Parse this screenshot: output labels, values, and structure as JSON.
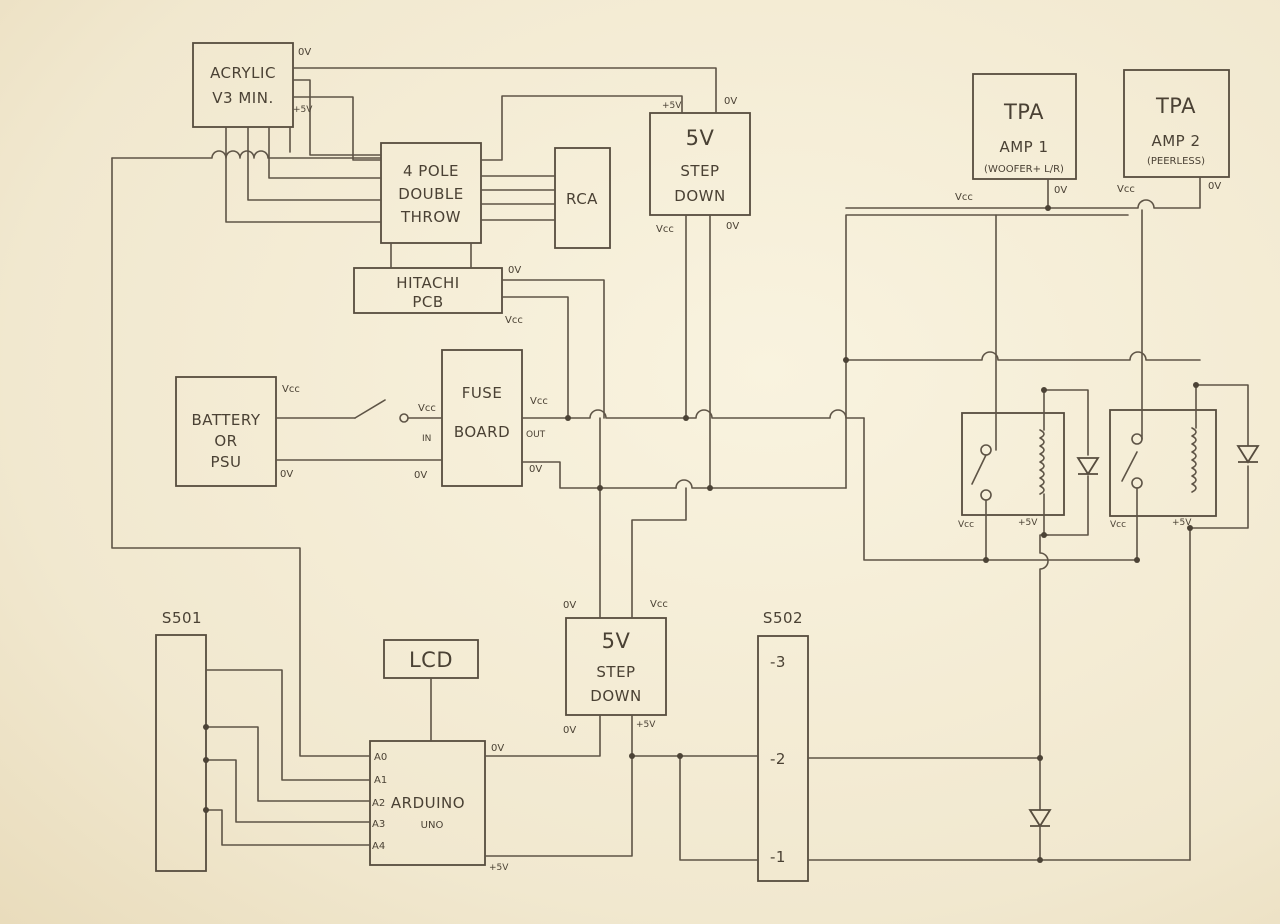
{
  "blocks": {
    "acrylic": {
      "line1": "ACRYLIC",
      "line2": "V3 MIN."
    },
    "pole4": {
      "line1": "4 POLE",
      "line2": "DOUBLE",
      "line3": "THROW"
    },
    "rca": "RCA",
    "stepdown_top": {
      "line1": "5V",
      "line2": "STEP",
      "line3": "DOWN"
    },
    "hitachi": {
      "line1": "HITACHI",
      "line2": "PCB"
    },
    "battery": {
      "line1": "BATTERY",
      "line2": "OR",
      "line3": "PSU"
    },
    "fuse": {
      "line1": "FUSE",
      "line2": "BOARD",
      "in": "IN",
      "out": "OUT"
    },
    "tpa1": {
      "line1": "TPA",
      "line2": "AMP 1",
      "line3": "(WOOFER+ L/R)"
    },
    "tpa2": {
      "line1": "TPA",
      "line2": "AMP 2",
      "line3": "(PEERLESS)"
    },
    "lcd": "LCD",
    "stepdown_bottom": {
      "line1": "5V",
      "line2": "STEP",
      "line3": "DOWN"
    },
    "arduino": {
      "line1": "ARDUINO",
      "line2": "UNO",
      "pins": [
        "A0",
        "A1",
        "A2",
        "A3",
        "A4"
      ]
    },
    "s501": "S501",
    "s502": {
      "title": "S502",
      "pins": [
        "-3",
        "-2",
        "-1"
      ]
    }
  },
  "labels": {
    "zero_v": "0V",
    "plus5": "+5V",
    "vcc": "Vcc"
  }
}
